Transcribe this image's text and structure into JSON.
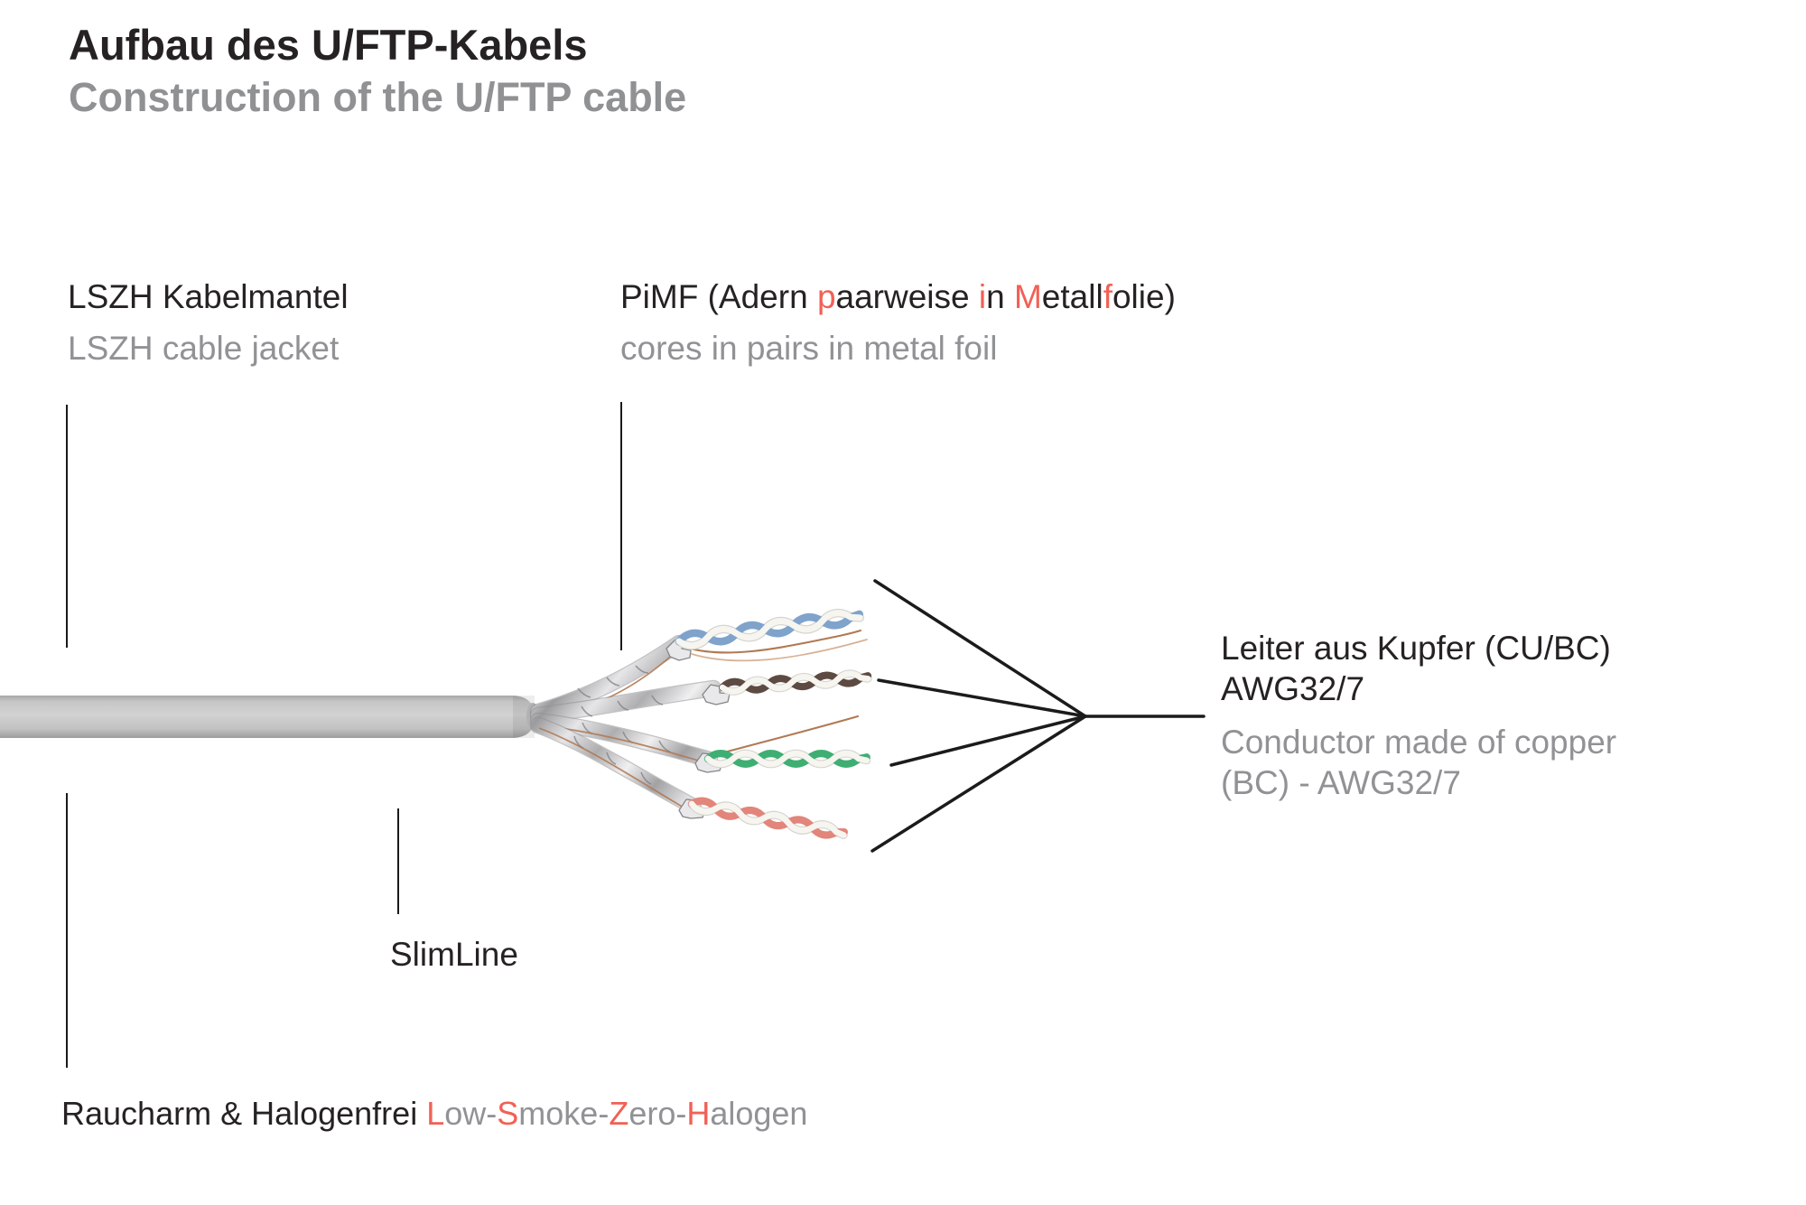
{
  "page": {
    "title_de": "Aufbau des U/FTP-Kabels",
    "title_en": "Construction of the U/FTP cable"
  },
  "labels": {
    "jacket": {
      "de": "LSZH Kabelmantel",
      "en": "LSZH cable jacket"
    },
    "pimf": {
      "de_segments": [
        {
          "t": "PiMF (Adern ",
          "c": "dark"
        },
        {
          "t": "p",
          "c": "red"
        },
        {
          "t": "aarweise ",
          "c": "dark"
        },
        {
          "t": "i",
          "c": "red"
        },
        {
          "t": "n ",
          "c": "dark"
        },
        {
          "t": "M",
          "c": "red"
        },
        {
          "t": "etall",
          "c": "dark"
        },
        {
          "t": "f",
          "c": "red"
        },
        {
          "t": "olie)",
          "c": "dark"
        }
      ],
      "en": "cores in pairs in metal foil"
    },
    "conductor": {
      "de_line1": "Leiter aus Kupfer (CU/BC)",
      "de_line2": "AWG32/7",
      "en_line1": "Conductor made of copper",
      "en_line2": "(BC) - AWG32/7"
    },
    "slimline": "SlimLine",
    "halogen": {
      "de": "Raucharm & Halogenfrei",
      "en_segments": [
        {
          "t": "L",
          "c": "red"
        },
        {
          "t": "ow-",
          "c": "gray"
        },
        {
          "t": "S",
          "c": "red"
        },
        {
          "t": "moke-",
          "c": "gray"
        },
        {
          "t": "Z",
          "c": "red"
        },
        {
          "t": "ero-",
          "c": "gray"
        },
        {
          "t": "H",
          "c": "red"
        },
        {
          "t": "alogen",
          "c": "gray"
        }
      ]
    }
  },
  "colors": {
    "accent_red": "#f26055",
    "text_dark": "#262223",
    "text_gray": "#909295",
    "leader_line": "#1a1a1a",
    "jacket_gray": "#c8c8c9"
  },
  "diagram": {
    "jacket": {
      "name": "LSZH cable jacket",
      "color": "#c8c8c9"
    },
    "pairs": [
      {
        "name": "blue pair in metal foil",
        "color": "#7fa3cb"
      },
      {
        "name": "brown pair in metal foil",
        "color": "#5d4a42"
      },
      {
        "name": "green pair in metal foil",
        "color": "#3fae73"
      },
      {
        "name": "salmon pair in metal foil",
        "color": "#e2857a"
      }
    ],
    "white_wire_shadow": "#d6d5d0",
    "white_wire_color": "#f6f5f0",
    "drain_wire_color": "#b07a54",
    "drain_wire_light": "#d7b295"
  }
}
